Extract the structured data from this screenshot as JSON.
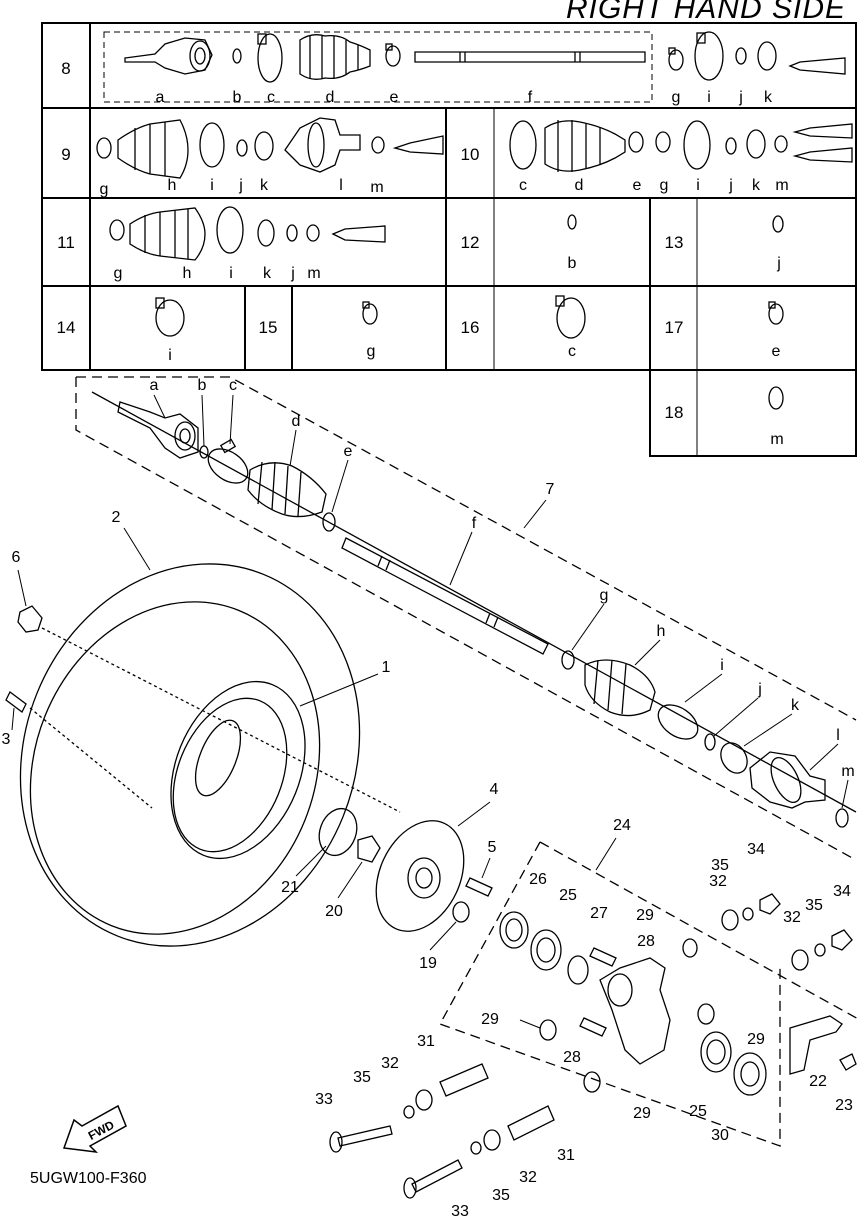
{
  "title": "RIGHT HAND SIDE",
  "drawing_code": "5UGW100-F360",
  "fwd_label": "FWD",
  "kit_table": {
    "rows": [
      {
        "no": "8",
        "parts": [
          "a",
          "b",
          "c",
          "d",
          "e",
          "f",
          "g",
          "i",
          "j",
          "k"
        ]
      },
      {
        "no": "9",
        "parts": [
          "g",
          "h",
          "i",
          "j",
          "k",
          "l",
          "m"
        ]
      },
      {
        "no": "10",
        "parts": [
          "c",
          "d",
          "e",
          "g",
          "i",
          "j",
          "k",
          "m"
        ]
      },
      {
        "no": "11",
        "parts": [
          "g",
          "h",
          "i",
          "k",
          "j",
          "m"
        ]
      },
      {
        "no": "12",
        "parts": [
          "b"
        ]
      },
      {
        "no": "13",
        "parts": [
          "j"
        ]
      },
      {
        "no": "14",
        "parts": [
          "i"
        ]
      },
      {
        "no": "15",
        "parts": [
          "g"
        ]
      },
      {
        "no": "16",
        "parts": [
          "c"
        ]
      },
      {
        "no": "17",
        "parts": [
          "e"
        ]
      },
      {
        "no": "18",
        "parts": [
          "m"
        ]
      }
    ]
  },
  "callouts": {
    "letters": [
      "a",
      "b",
      "c",
      "d",
      "e",
      "f",
      "g",
      "h",
      "i",
      "j",
      "k",
      "l",
      "m"
    ],
    "numbers": [
      "1",
      "2",
      "3",
      "4",
      "5",
      "6",
      "7",
      "19",
      "20",
      "21",
      "22",
      "23",
      "24",
      "25",
      "25",
      "26",
      "27",
      "28",
      "28",
      "29",
      "29",
      "29",
      "29",
      "30",
      "31",
      "31",
      "32",
      "32",
      "32",
      "32",
      "33",
      "33",
      "34",
      "34",
      "35",
      "35",
      "35",
      "35"
    ]
  }
}
